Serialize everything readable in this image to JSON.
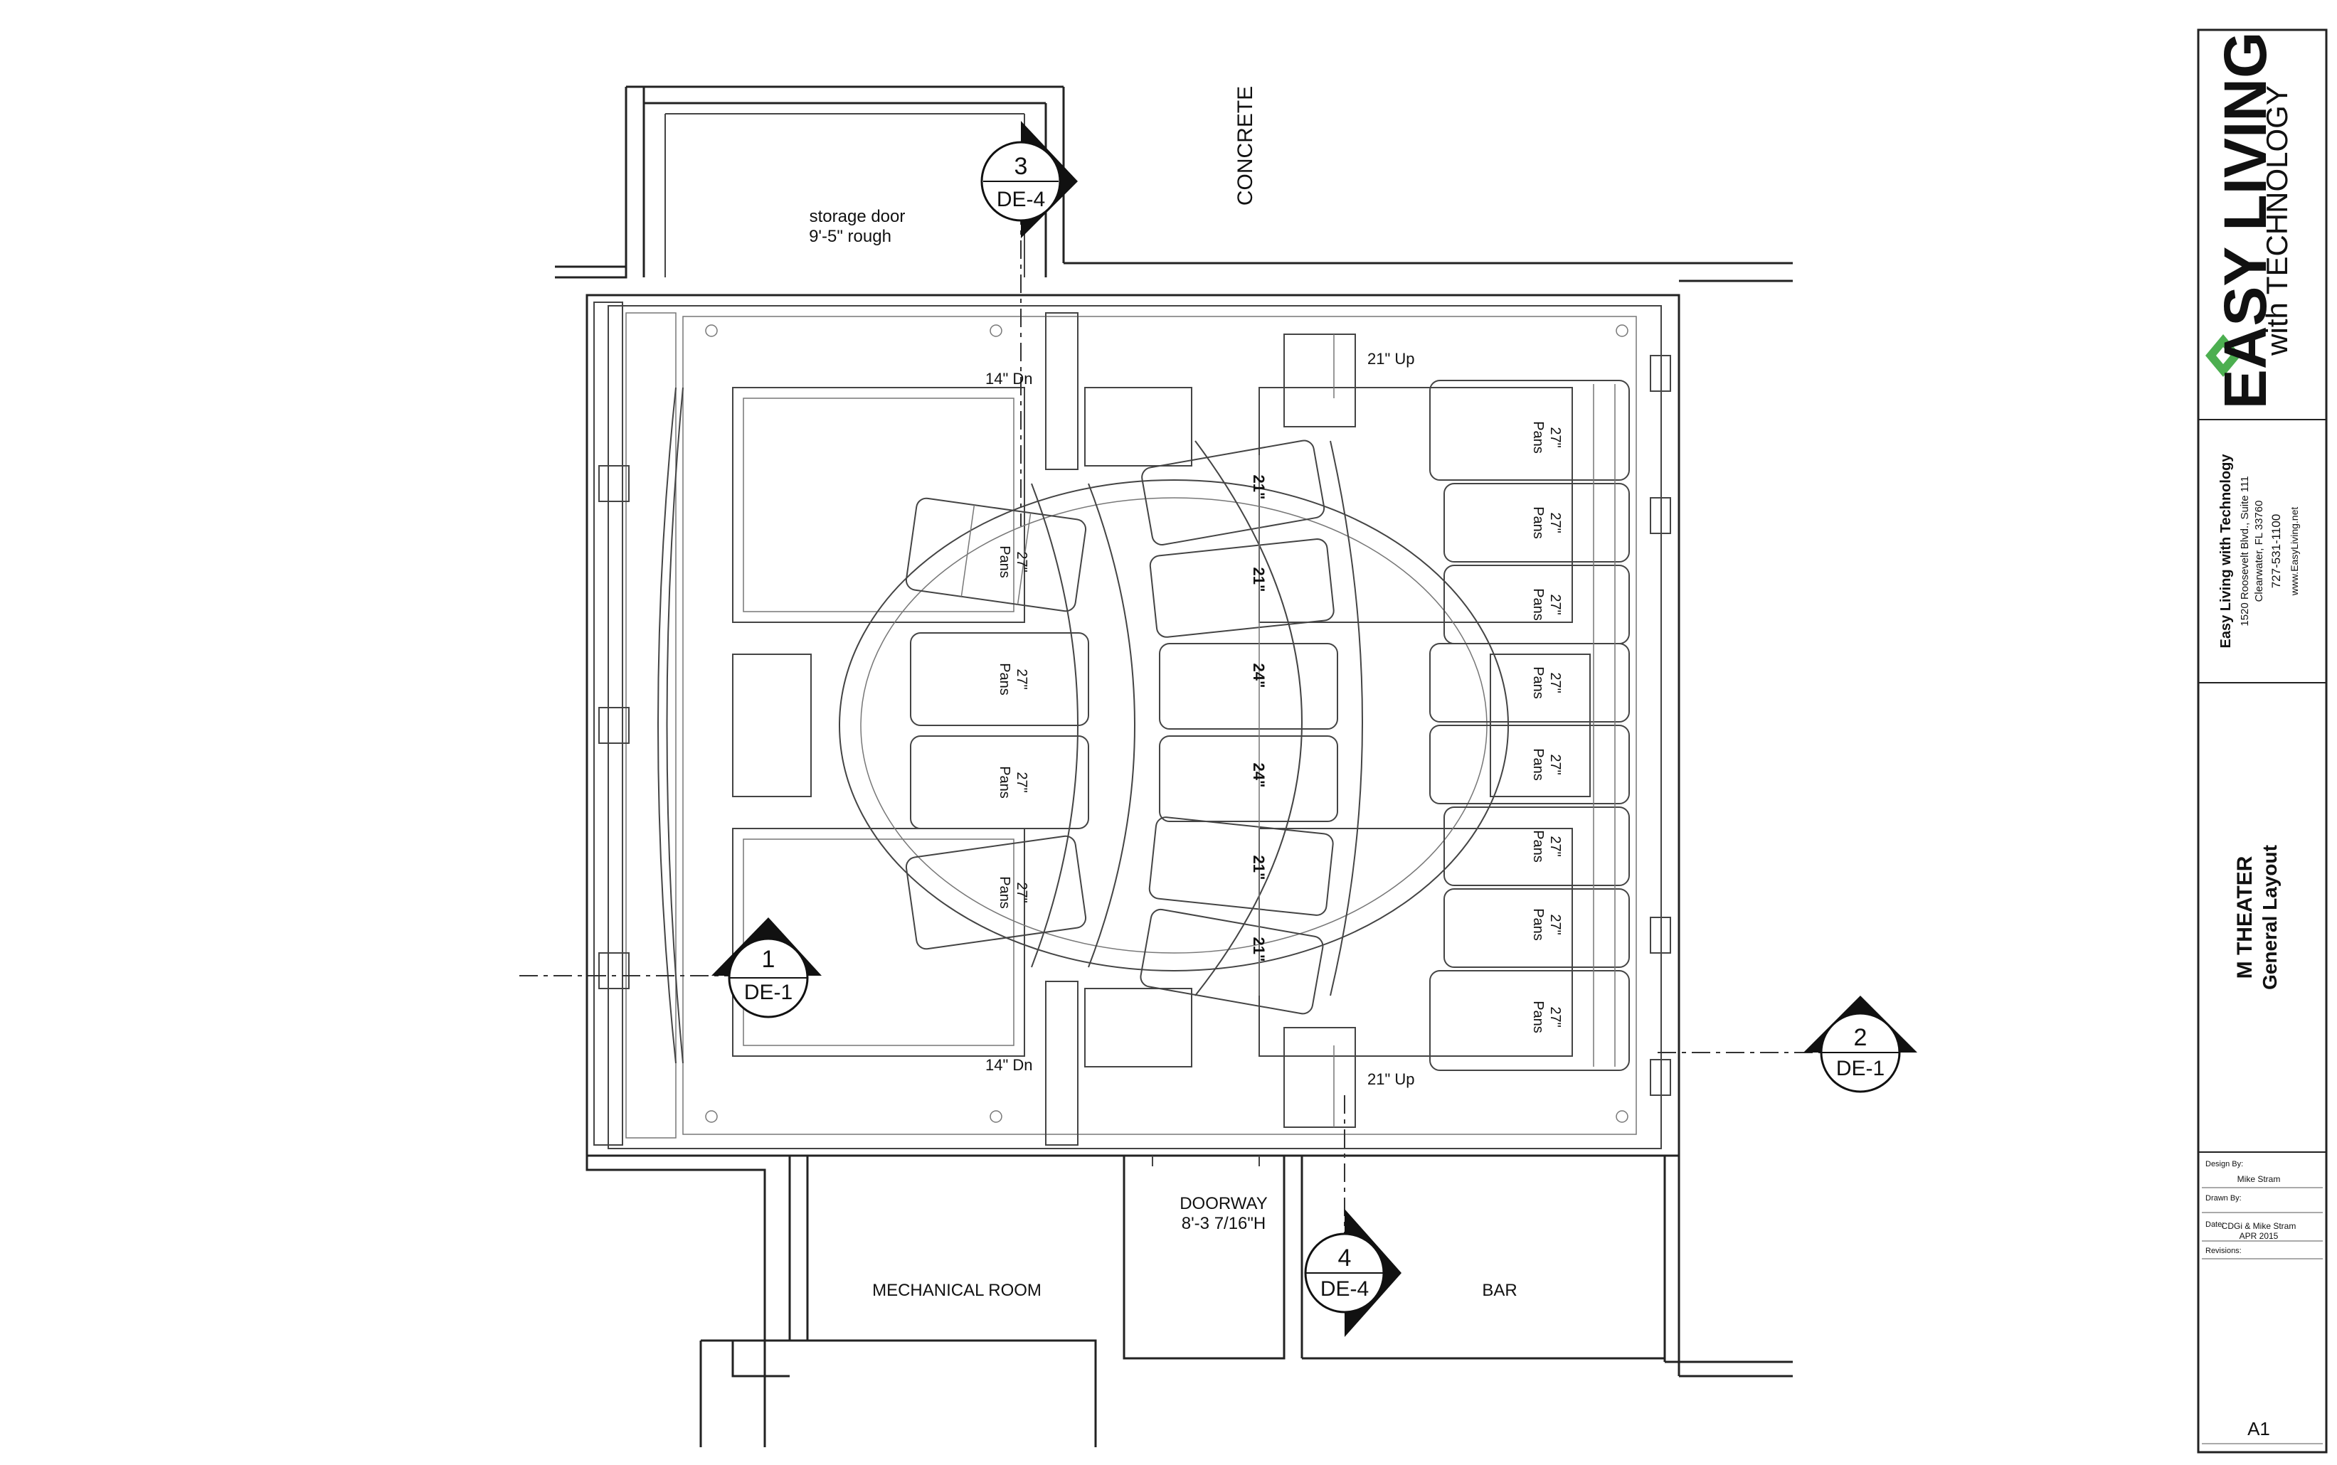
{
  "plan_labels": {
    "concrete": "CONCRETE",
    "storage_door_line1": "storage door",
    "storage_door_line2": "9'-5\" rough",
    "step_down_top": "14\" Dn",
    "step_down_bottom": "14\" Dn",
    "step_up_top": "21\" Up",
    "step_up_bottom": "21\" Up",
    "doorway_line1": "DOORWAY",
    "doorway_line2": "8'-3 7/16\"H",
    "mechanical_room": "MECHANICAL ROOM",
    "bar": "BAR"
  },
  "section_markers": [
    {
      "number": "3",
      "sheet": "DE-4"
    },
    {
      "number": "1",
      "sheet": "DE-1"
    },
    {
      "number": "2",
      "sheet": "DE-1"
    },
    {
      "number": "4",
      "sheet": "DE-4"
    }
  ],
  "seat_labels": {
    "seat_width": "27\"",
    "seat_type": "Pans"
  },
  "row_spacing": [
    "21\"",
    "21\"",
    "24\"",
    "24\"",
    "21\"",
    "21\""
  ],
  "title_block": {
    "logo_line1": "EASY LIVING",
    "logo_line2": "with TECHNOLOGY",
    "company": "Easy Living with Technology",
    "address": "1520 Roosevelt Blvd., Suite 111",
    "city": "Clearwater, FL 33760",
    "phone": "727-531-1100",
    "web": "www.EasyLiving.net",
    "project": "M THEATER",
    "sheet_title": "General Layout",
    "design_by_label": "Design By:",
    "design_by": "Mike Stram",
    "drawn_by_label": "Drawn By:",
    "date_label": "Date:",
    "date_by": "CDGi & Mike Stram",
    "date": "APR 2015",
    "revisions_label": "Revisions:",
    "sheet_number": "A1"
  }
}
